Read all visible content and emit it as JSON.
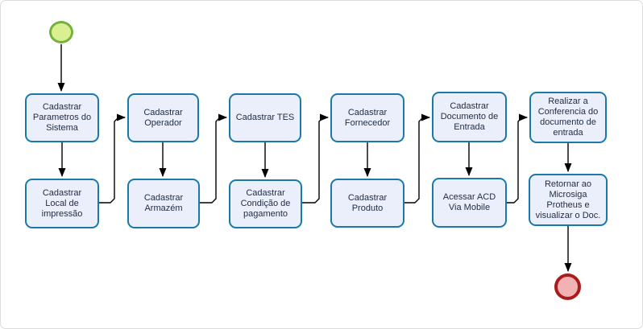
{
  "diagram": {
    "type": "flowchart",
    "background": "#ffffff",
    "canvas_border_color": "#dcdcdc",
    "colors": {
      "task_fill": "#eaeffb",
      "task_border": "#1a79a8",
      "task_text": "#1f2b43",
      "start_event_fill": "#d9ef92",
      "start_event_border": "#77b13d",
      "end_event_fill": "#f2b1b3",
      "end_event_border": "#aa1b1b",
      "connector": "#000000"
    },
    "events": [
      {
        "id": "start",
        "shape": "circle"
      },
      {
        "id": "end",
        "shape": "circle"
      }
    ],
    "nodes": [
      {
        "id": "cadastrar-parametros-do-sistema",
        "label": "Cadastrar\nParametros do\nSistema"
      },
      {
        "id": "cadastrar-local-de-impressao",
        "label": "Cadastrar\nLocal de\nimpressão"
      },
      {
        "id": "cadastrar-operador",
        "label": "Cadastrar\nOperador"
      },
      {
        "id": "cadastrar-armazem",
        "label": "Cadastrar\nArmazém"
      },
      {
        "id": "cadastrar-tes",
        "label": "Cadastrar TES"
      },
      {
        "id": "cadastrar-condicao-de-pagamento",
        "label": "Cadastrar\nCondição de\npagamento"
      },
      {
        "id": "cadastrar-fornecedor",
        "label": "Cadastrar\nFornecedor"
      },
      {
        "id": "cadastrar-produto",
        "label": "Cadastrar\nProduto"
      },
      {
        "id": "cadastrar-documento-de-entrada",
        "label": "Cadastrar\nDocumento de\nEntrada"
      },
      {
        "id": "acessar-acd-via-mobile",
        "label": "Acessar ACD\nVia Mobile"
      },
      {
        "id": "realizar-conferencia-do-documento-de-entrada",
        "label": "Realizar a\nConferencia do\ndocumento de\nentrada"
      },
      {
        "id": "retornar-ao-microsiga-protheus",
        "label": "Retornar ao\nMicrosiga\nProtheus e\nvisualizar o Doc."
      }
    ],
    "edges": [
      {
        "from": "start",
        "to": "cadastrar-parametros-do-sistema"
      },
      {
        "from": "cadastrar-parametros-do-sistema",
        "to": "cadastrar-local-de-impressao"
      },
      {
        "from": "cadastrar-local-de-impressao",
        "to": "cadastrar-operador"
      },
      {
        "from": "cadastrar-operador",
        "to": "cadastrar-armazem"
      },
      {
        "from": "cadastrar-armazem",
        "to": "cadastrar-tes"
      },
      {
        "from": "cadastrar-tes",
        "to": "cadastrar-condicao-de-pagamento"
      },
      {
        "from": "cadastrar-condicao-de-pagamento",
        "to": "cadastrar-fornecedor"
      },
      {
        "from": "cadastrar-fornecedor",
        "to": "cadastrar-produto"
      },
      {
        "from": "cadastrar-produto",
        "to": "cadastrar-documento-de-entrada"
      },
      {
        "from": "cadastrar-documento-de-entrada",
        "to": "acessar-acd-via-mobile"
      },
      {
        "from": "acessar-acd-via-mobile",
        "to": "realizar-conferencia-do-documento-de-entrada"
      },
      {
        "from": "realizar-conferencia-do-documento-de-entrada",
        "to": "retornar-ao-microsiga-protheus"
      },
      {
        "from": "retornar-ao-microsiga-protheus",
        "to": "end"
      }
    ]
  }
}
